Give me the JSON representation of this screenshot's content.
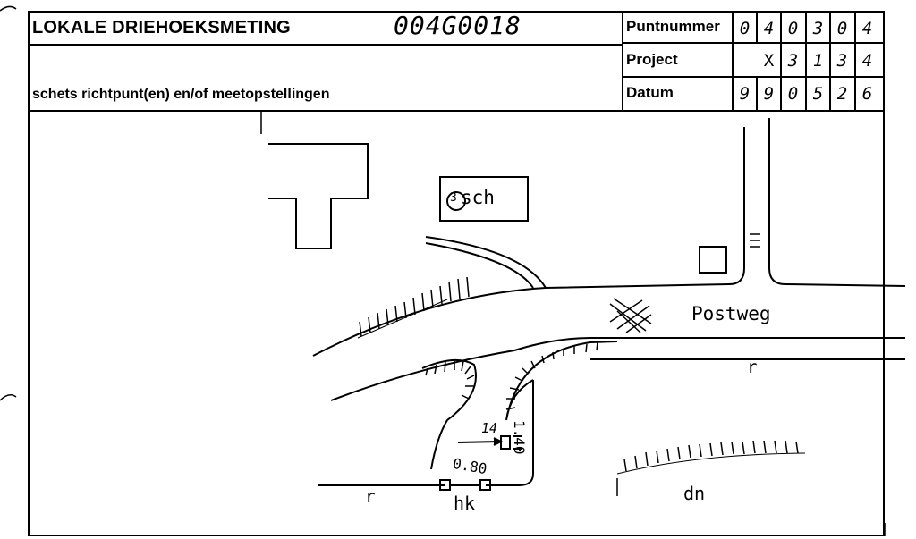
{
  "header": {
    "title": "LOKALE DRIEHOEKSMETING",
    "code": "004G0018",
    "subtitle": "schets richtpunt(en) en/of meetopstellingen"
  },
  "fields": {
    "puntnummer": {
      "label": "Puntnummer",
      "digits": [
        "0",
        "4",
        "0",
        "3",
        "0",
        "4"
      ]
    },
    "project": {
      "label": "Project",
      "digits": [
        "X",
        "3",
        "1",
        "3",
        "4"
      ]
    },
    "datum": {
      "label": "Datum",
      "digits": [
        "9",
        "9",
        "0",
        "5",
        "2",
        "6"
      ]
    }
  },
  "sketch": {
    "building_label": "sch",
    "building_number": "3",
    "road_label": "Postweg",
    "label_r1": "r",
    "label_r2": "r",
    "label_hk": "hk",
    "label_dn": "dn",
    "measure_1": "1.40",
    "measure_2": "0.80",
    "measure_3": "14"
  }
}
